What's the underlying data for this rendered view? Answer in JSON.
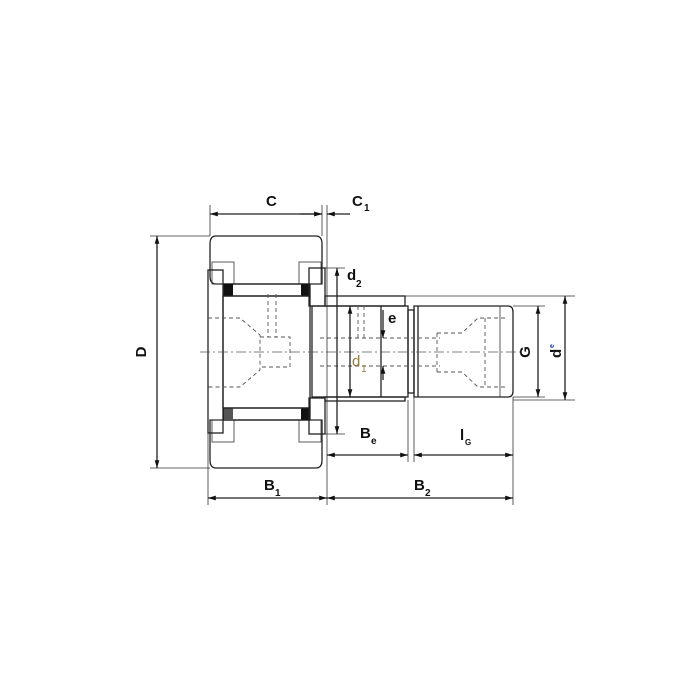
{
  "drawing": {
    "title": "Cam follower / stud-type track roller dimension drawing",
    "labels": {
      "C": "C",
      "C1_main": "C",
      "C1_sub": "1",
      "D": "D",
      "d2_main": "d",
      "d2_sub": "2",
      "e": "e",
      "d1_main": "d",
      "d1_sub": "1",
      "G": "G",
      "de_main": "d",
      "de_sub": "e",
      "Be_main": "B",
      "Be_sub": "e",
      "lG_main": "l",
      "lG_sub": "G",
      "B1_main": "B",
      "B1_sub": "1",
      "B2_main": "B",
      "B2_sub": "2"
    },
    "colors": {
      "line": "#222222",
      "d1_label": "#9a7a3a",
      "de_sub": "#1a3fa0"
    }
  }
}
